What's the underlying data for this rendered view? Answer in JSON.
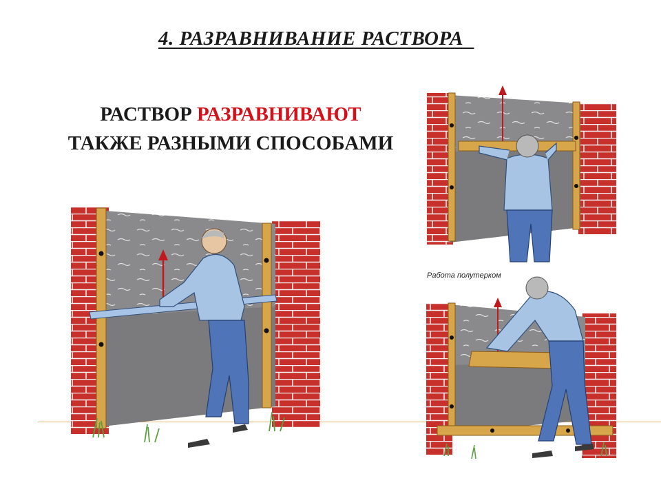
{
  "slide": {
    "title": "4. РАЗРАВНИВАНИЕ РАСТВОРА  ",
    "subtitle_line1_part1": "РАСТВОР ",
    "subtitle_line1_highlight": "РАЗРАВНИВАЮТ",
    "subtitle_line2": "ТАКЖЕ РАЗНЫМИ СПОСОБАМИ",
    "caption": "Работа полутерком"
  },
  "colors": {
    "brick": "#c8302c",
    "mortar": "#8a8a8c",
    "rail": "#d7a54a",
    "shirt": "#a8c4e4",
    "jeans": "#4f75b8",
    "highlight": "#d3111b"
  }
}
